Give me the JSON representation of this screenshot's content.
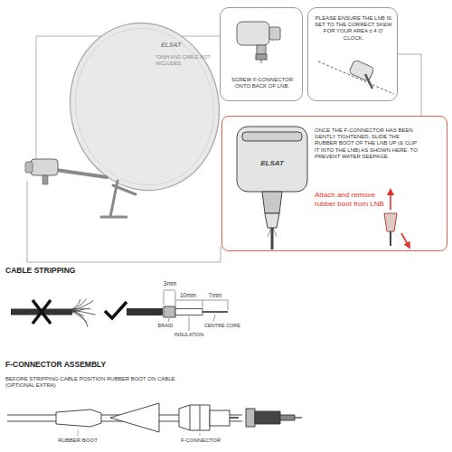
{
  "diagram": {
    "nodes": [
      {
        "text": [
          "SCREW F-CONNECTOR ONTO BACK OF LNB."
        ]
      },
      {
        "text": [
          "PLEASE ENSURE THE LNB IS SET TO THE CORRECT SKEW FOR YOUR AREA ± 4 O' CLOCK."
        ]
      },
      {
        "text": [
          "ONCE THE F-CONNECTOR HAS BEEN GENTLY TIGHTENED, SLIDE THE RUBBER BOOT OF THE LNB UP (& CLIP IT INTO THE LNB) AS SHOWN HERE, TO PREVENT WATER SEEPAGE.",
          "Attach and remove rubber boot from LNB"
        ]
      }
    ],
    "labels": [
      "ELSAT",
      "*DISH AND CABLE NOT INCLUDED.",
      "ELSAT",
      "CABLE STRIPPING",
      "3mm",
      "10mm",
      "7mm",
      "BRAID",
      "CENTRE CORE",
      "INSULATION",
      "F-CONNECTOR ASSEMBLY",
      "BEFORE STRIPPING CABLE POSITION RUBBER BOOT ON CABLE (OPTIONAL EXTRA)",
      "RUBBER BOOT",
      "F-CONNECTOR"
    ]
  }
}
